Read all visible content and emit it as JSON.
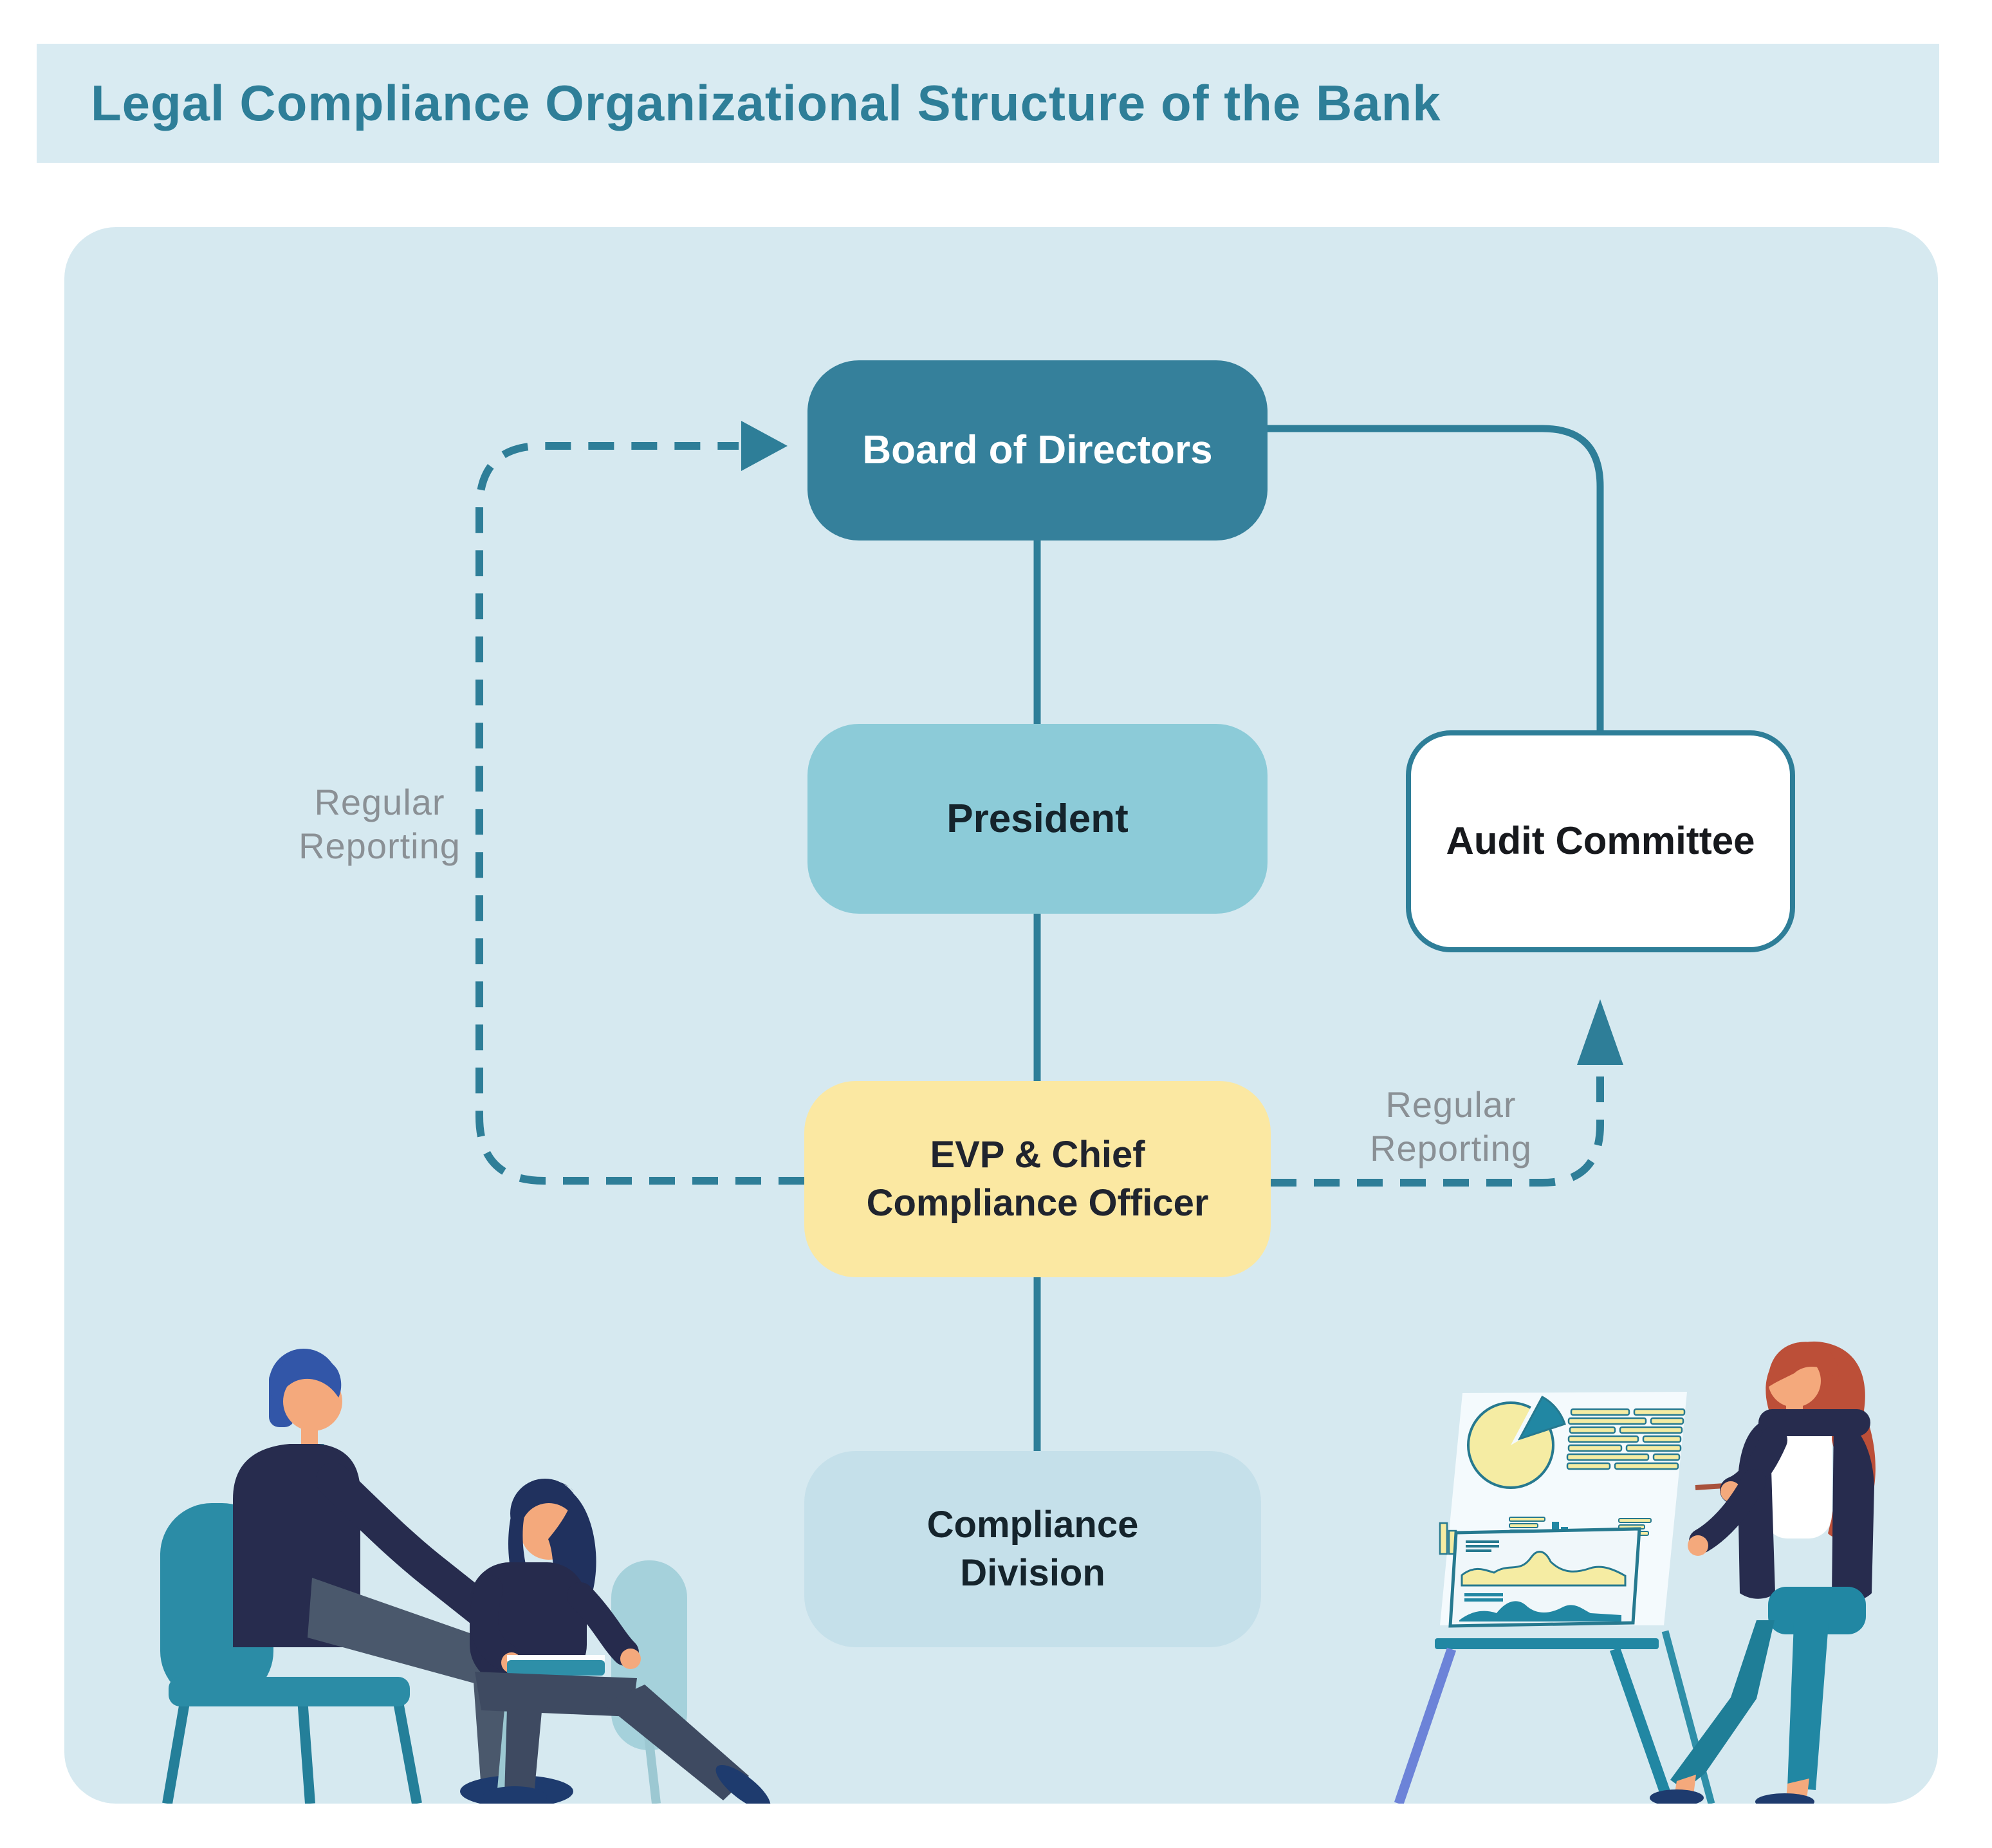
{
  "title": "Legal Compliance Organizational Structure of the Bank",
  "nodes": {
    "board": {
      "label": "Board of Directors"
    },
    "president": {
      "label": "President"
    },
    "audit": {
      "label": "Audit Committee"
    },
    "evp": {
      "line1": "EVP & Chief",
      "line2": "Compliance Officer"
    },
    "compliance": {
      "line1": "Compliance",
      "line2": "Division"
    }
  },
  "annotations": {
    "left_reporting": {
      "line1": "Regular",
      "line2": "Reporting"
    },
    "right_reporting": {
      "line1": "Regular",
      "line2": "Reporting"
    }
  },
  "colors": {
    "accent_teal": "#2E7E98",
    "header_bg": "#D9EBF2",
    "panel_bg": "#D6E9F0",
    "board_bg": "#35809B",
    "board_text": "#FFFFFF",
    "president_bg": "#8CCBD8",
    "evp_bg": "#FBE8A2",
    "compliance_bg": "#C5E0EA",
    "audit_bg": "#FFFFFF",
    "audit_border": "#2E7E98",
    "connector": "#2E7E98",
    "label_gray": "#8A9095",
    "illustration_yellow": "#F5ECA3",
    "illustration_teal": "#2187A3",
    "illustration_navy": "#272C4E"
  }
}
